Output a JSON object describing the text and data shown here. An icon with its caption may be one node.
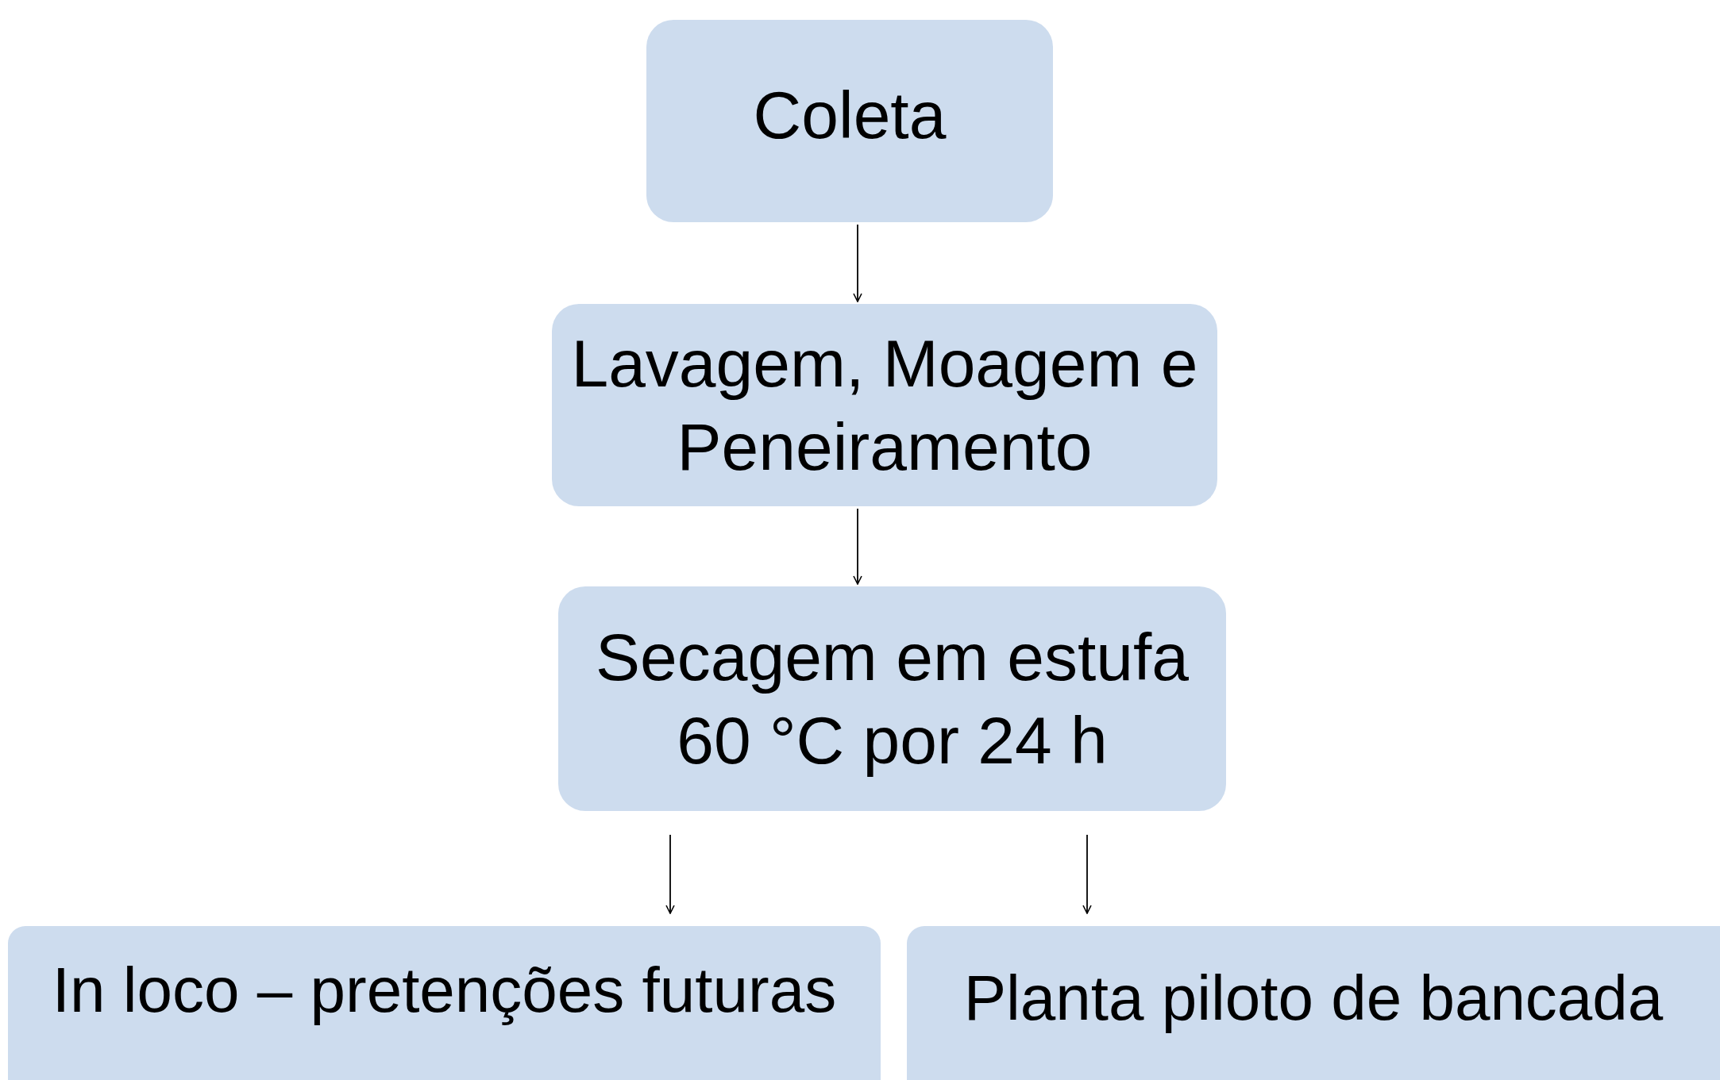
{
  "diagram": {
    "nodes": [
      {
        "text": [
          "Coleta"
        ]
      },
      {
        "text": [
          "Lavagem, Moagem e Peneiramento"
        ]
      },
      {
        "text": [
          "Secagem em estufa 60 °C por 24 h"
        ]
      },
      {
        "text": [
          "In loco – pretenções futuras"
        ]
      },
      {
        "text": [
          "Planta piloto de bancada"
        ]
      }
    ],
    "edges": [
      {
        "from": 0,
        "to": 1,
        "arrow": "to"
      },
      {
        "from": 1,
        "to": 2,
        "arrow": "to"
      },
      {
        "from": 2,
        "to": 3,
        "arrow": "to"
      },
      {
        "from": 2,
        "to": 4,
        "arrow": "to"
      }
    ]
  }
}
